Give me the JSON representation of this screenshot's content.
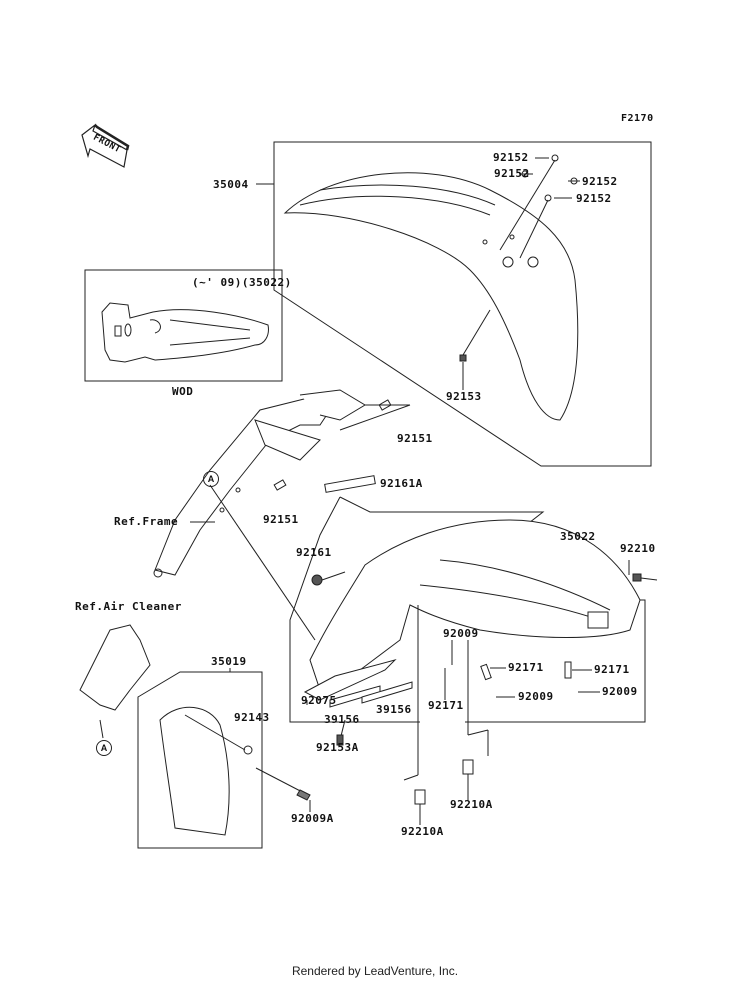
{
  "figure_code": "F2170",
  "front_arrow": "FRONT",
  "inset": {
    "caption": "(~' 09)(35022)",
    "label": "WOD"
  },
  "labels": {
    "p35004": "35004",
    "p92152a": "92152",
    "p92152b": "92152",
    "p92152c": "92152",
    "p92152d": "92152",
    "p92153": "92153",
    "p92151a": "92151",
    "p92151b": "92151",
    "p92161A": "92161A",
    "ref_frame": "Ref.Frame",
    "p92161": "92161",
    "p35022": "35022",
    "p92210": "92210",
    "ref_air_cleaner": "Ref.Air Cleaner",
    "p35019": "35019",
    "p92009a": "92009",
    "p92171a": "92171",
    "p92171b": "92171",
    "p92009b": "92009",
    "p92009c": "92009",
    "p92075": "92075",
    "p39156a": "39156",
    "p39156b": "39156",
    "p92171c": "92171",
    "p92143": "92143",
    "p92153A": "92153A",
    "p92009A": "92009A",
    "p92210Aa": "92210A",
    "p92210Ab": "92210A"
  },
  "markers": {
    "a1": "A",
    "a2": "A"
  },
  "footer": "Rendered by LeadVenture, Inc."
}
